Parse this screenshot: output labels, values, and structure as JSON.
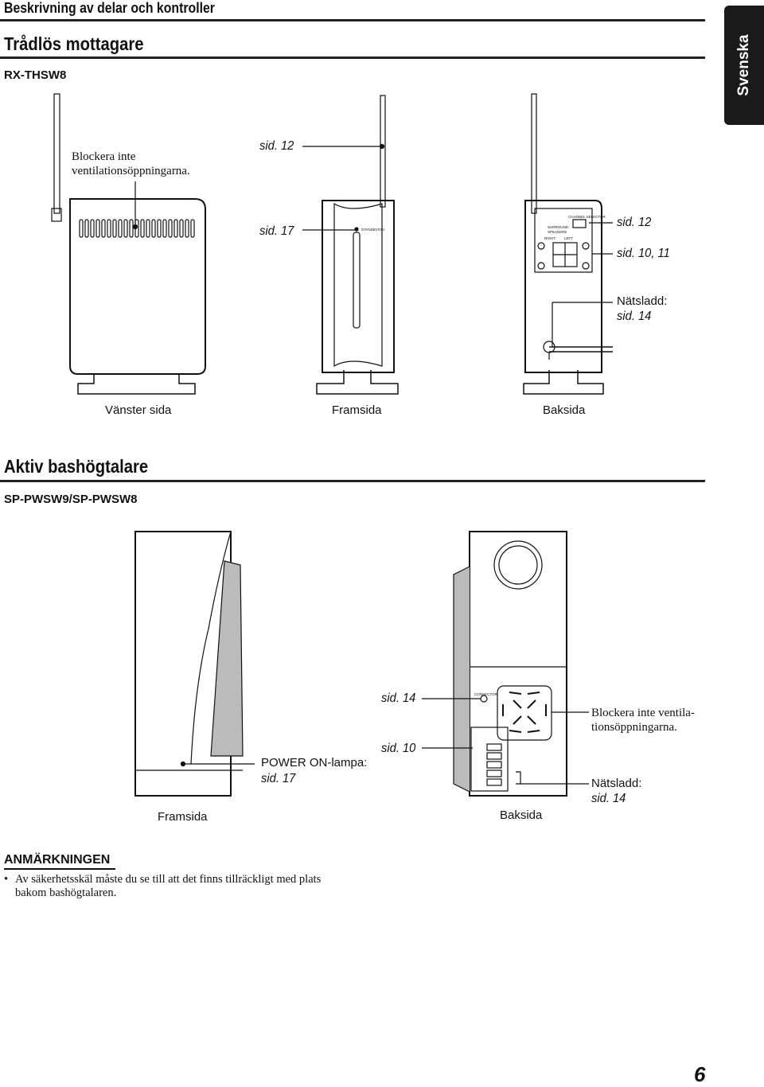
{
  "header": {
    "title": "Beskrivning av delar och kontroller"
  },
  "language_tab": "Svenska",
  "section1": {
    "title": "Trådlös mottagare",
    "model": "RX-THSW8",
    "callouts": {
      "vent": "Blockera inte ventilationsöppningarna.",
      "ref_antenna": "sid. 12",
      "ref_front_led": "sid. 17",
      "ref_selector": "sid. 12",
      "ref_terminals": "sid. 10, 11",
      "power_cord_label": "Nätsladd:",
      "power_cord_ref": "sid. 14"
    },
    "device_labels": {
      "standby": "STANDBY/ON",
      "surround": "SURROUND",
      "speakers": "SPEAKERS",
      "right": "RIGHT",
      "left": "LEFT",
      "channel_selector": "CHANNEL SELECTOR"
    },
    "captions": {
      "left": "Vänster sida",
      "front": "Framsida",
      "back": "Baksida"
    }
  },
  "section2": {
    "title": "Aktiv bashögtalare",
    "model": "SP-PWSW9/SP-PWSW8",
    "callouts": {
      "ref_connector": "sid. 14",
      "ref_terminals": "sid. 10",
      "power_lamp_label": "POWER ON-lampa:",
      "power_lamp_ref": "sid. 17",
      "vent_line1": "Blockera inte ventila-",
      "vent_line2": "tionsöppningarna.",
      "power_cord_label": "Nätsladd:",
      "power_cord_ref": "sid. 14"
    },
    "device_labels": {
      "connector": "CONNECTOR"
    },
    "captions": {
      "front": "Framsida",
      "back": "Baksida"
    }
  },
  "note": {
    "title": "ANMÄRKNINGEN",
    "bullet": "•",
    "text": "Av säkerhetsskäl måste du se till att det finns tillräckligt med plats bakom bashögtalaren."
  },
  "page_number": "6"
}
